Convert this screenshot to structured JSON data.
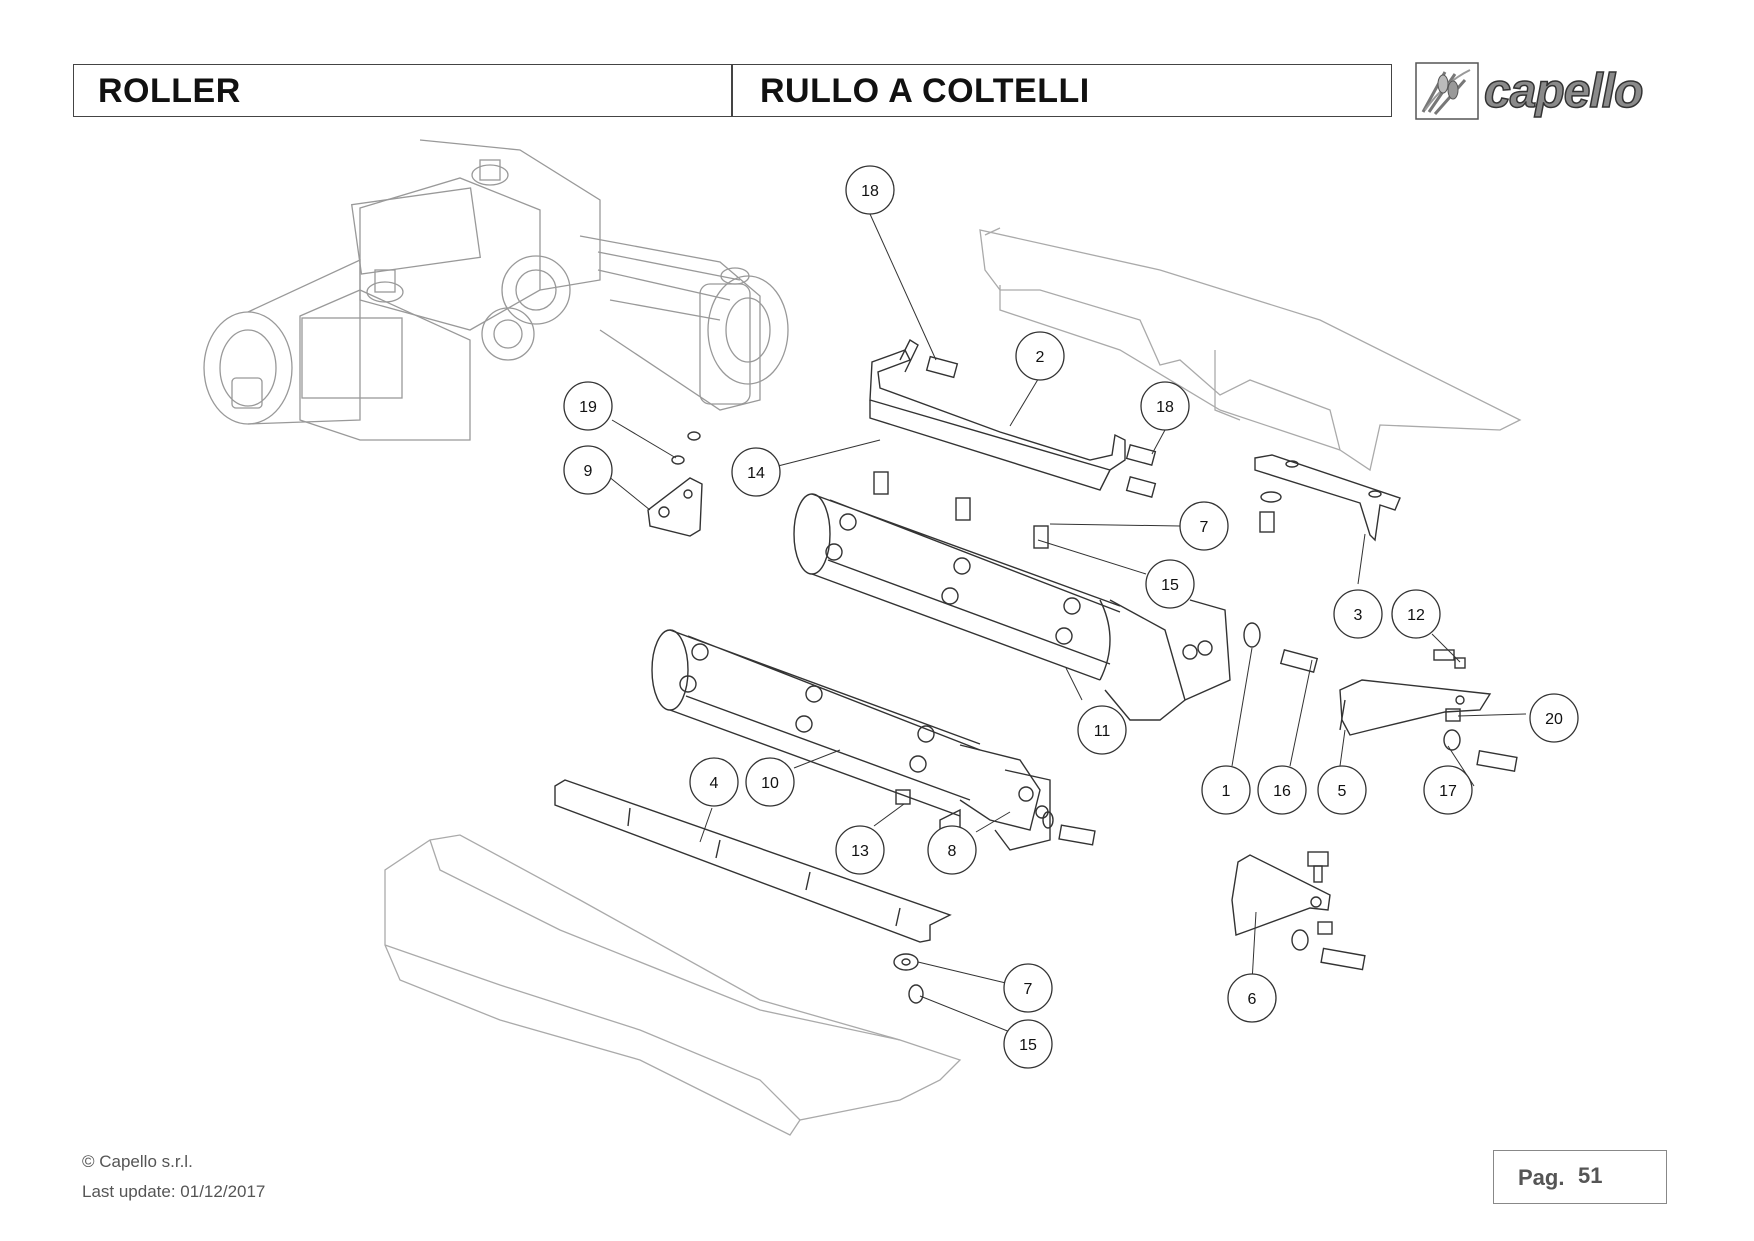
{
  "header": {
    "title_en": "ROLLER",
    "title_it": "RULLO A COLTELLI"
  },
  "logo": {
    "wordmark": "capello",
    "icon": "wheat-ear-logo"
  },
  "callouts": [
    {
      "id": "c18a",
      "label": "18"
    },
    {
      "id": "c2",
      "label": "2"
    },
    {
      "id": "c18b",
      "label": "18"
    },
    {
      "id": "c19",
      "label": "19"
    },
    {
      "id": "c9",
      "label": "9"
    },
    {
      "id": "c14",
      "label": "14"
    },
    {
      "id": "c7a",
      "label": "7"
    },
    {
      "id": "c15a",
      "label": "15"
    },
    {
      "id": "c3",
      "label": "3"
    },
    {
      "id": "c12",
      "label": "12"
    },
    {
      "id": "c11",
      "label": "11"
    },
    {
      "id": "c20",
      "label": "20"
    },
    {
      "id": "c1",
      "label": "1"
    },
    {
      "id": "c16",
      "label": "16"
    },
    {
      "id": "c5",
      "label": "5"
    },
    {
      "id": "c17",
      "label": "17"
    },
    {
      "id": "c4",
      "label": "4"
    },
    {
      "id": "c10",
      "label": "10"
    },
    {
      "id": "c13",
      "label": "13"
    },
    {
      "id": "c8",
      "label": "8"
    },
    {
      "id": "c7b",
      "label": "7"
    },
    {
      "id": "c15b",
      "label": "15"
    },
    {
      "id": "c6",
      "label": "6"
    }
  ],
  "footer": {
    "copyright": "© Capello s.r.l.",
    "last_update": "Last update: 01/12/2017",
    "page_label": "Pag.",
    "page_number": "51"
  },
  "colors": {
    "line": "#555555",
    "part_outline": "#888888",
    "ghost_outline": "#aaaaaa"
  }
}
